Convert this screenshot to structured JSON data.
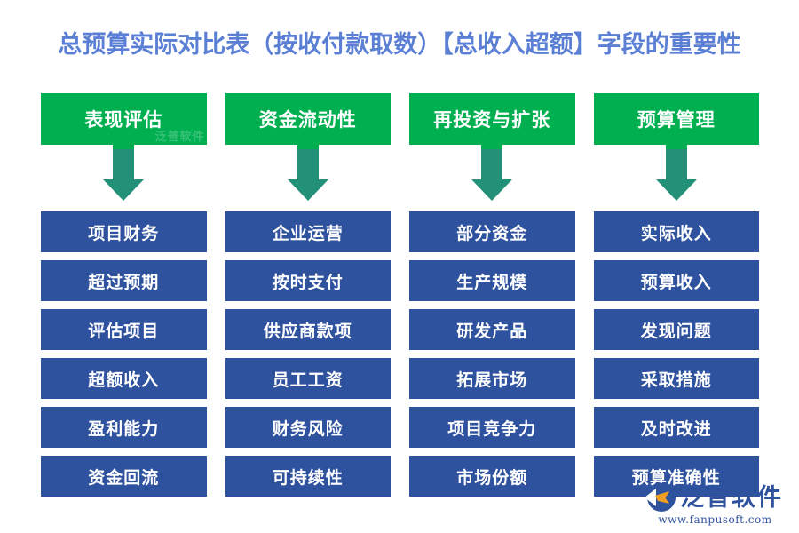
{
  "page": {
    "title": "总预算实际对比表（按收付款取数）【总收入超额】字段的重要性",
    "title_color": "#5b7fd4",
    "background": "#ffffff"
  },
  "theme": {
    "header_green": "#00b050",
    "arrow_teal": "#239078",
    "cell_blue": "#2f529e",
    "text_white": "#ffffff"
  },
  "watermark": {
    "brand": "泛普软件",
    "url": "www.fanpusoft.com",
    "logo_icon": "fanpu-logo-icon"
  },
  "columns": [
    {
      "header": "表现评估",
      "arrow_icon": "arrow-down-icon",
      "cells": [
        "项目财务",
        "超过预期",
        "评估项目",
        "超额收入",
        "盈利能力",
        "资金回流"
      ]
    },
    {
      "header": "资金流动性",
      "arrow_icon": "arrow-down-icon",
      "cells": [
        "企业运营",
        "按时支付",
        "供应商款项",
        "员工工资",
        "财务风险",
        "可持续性"
      ]
    },
    {
      "header": "再投资与扩张",
      "arrow_icon": "arrow-down-icon",
      "cells": [
        "部分资金",
        "生产规模",
        "研发产品",
        "拓展市场",
        "项目竞争力",
        "市场份额"
      ]
    },
    {
      "header": "预算管理",
      "arrow_icon": "arrow-down-icon",
      "cells": [
        "实际收入",
        "预算收入",
        "发现问题",
        "采取措施",
        "及时改进",
        "预算准确性"
      ]
    }
  ]
}
